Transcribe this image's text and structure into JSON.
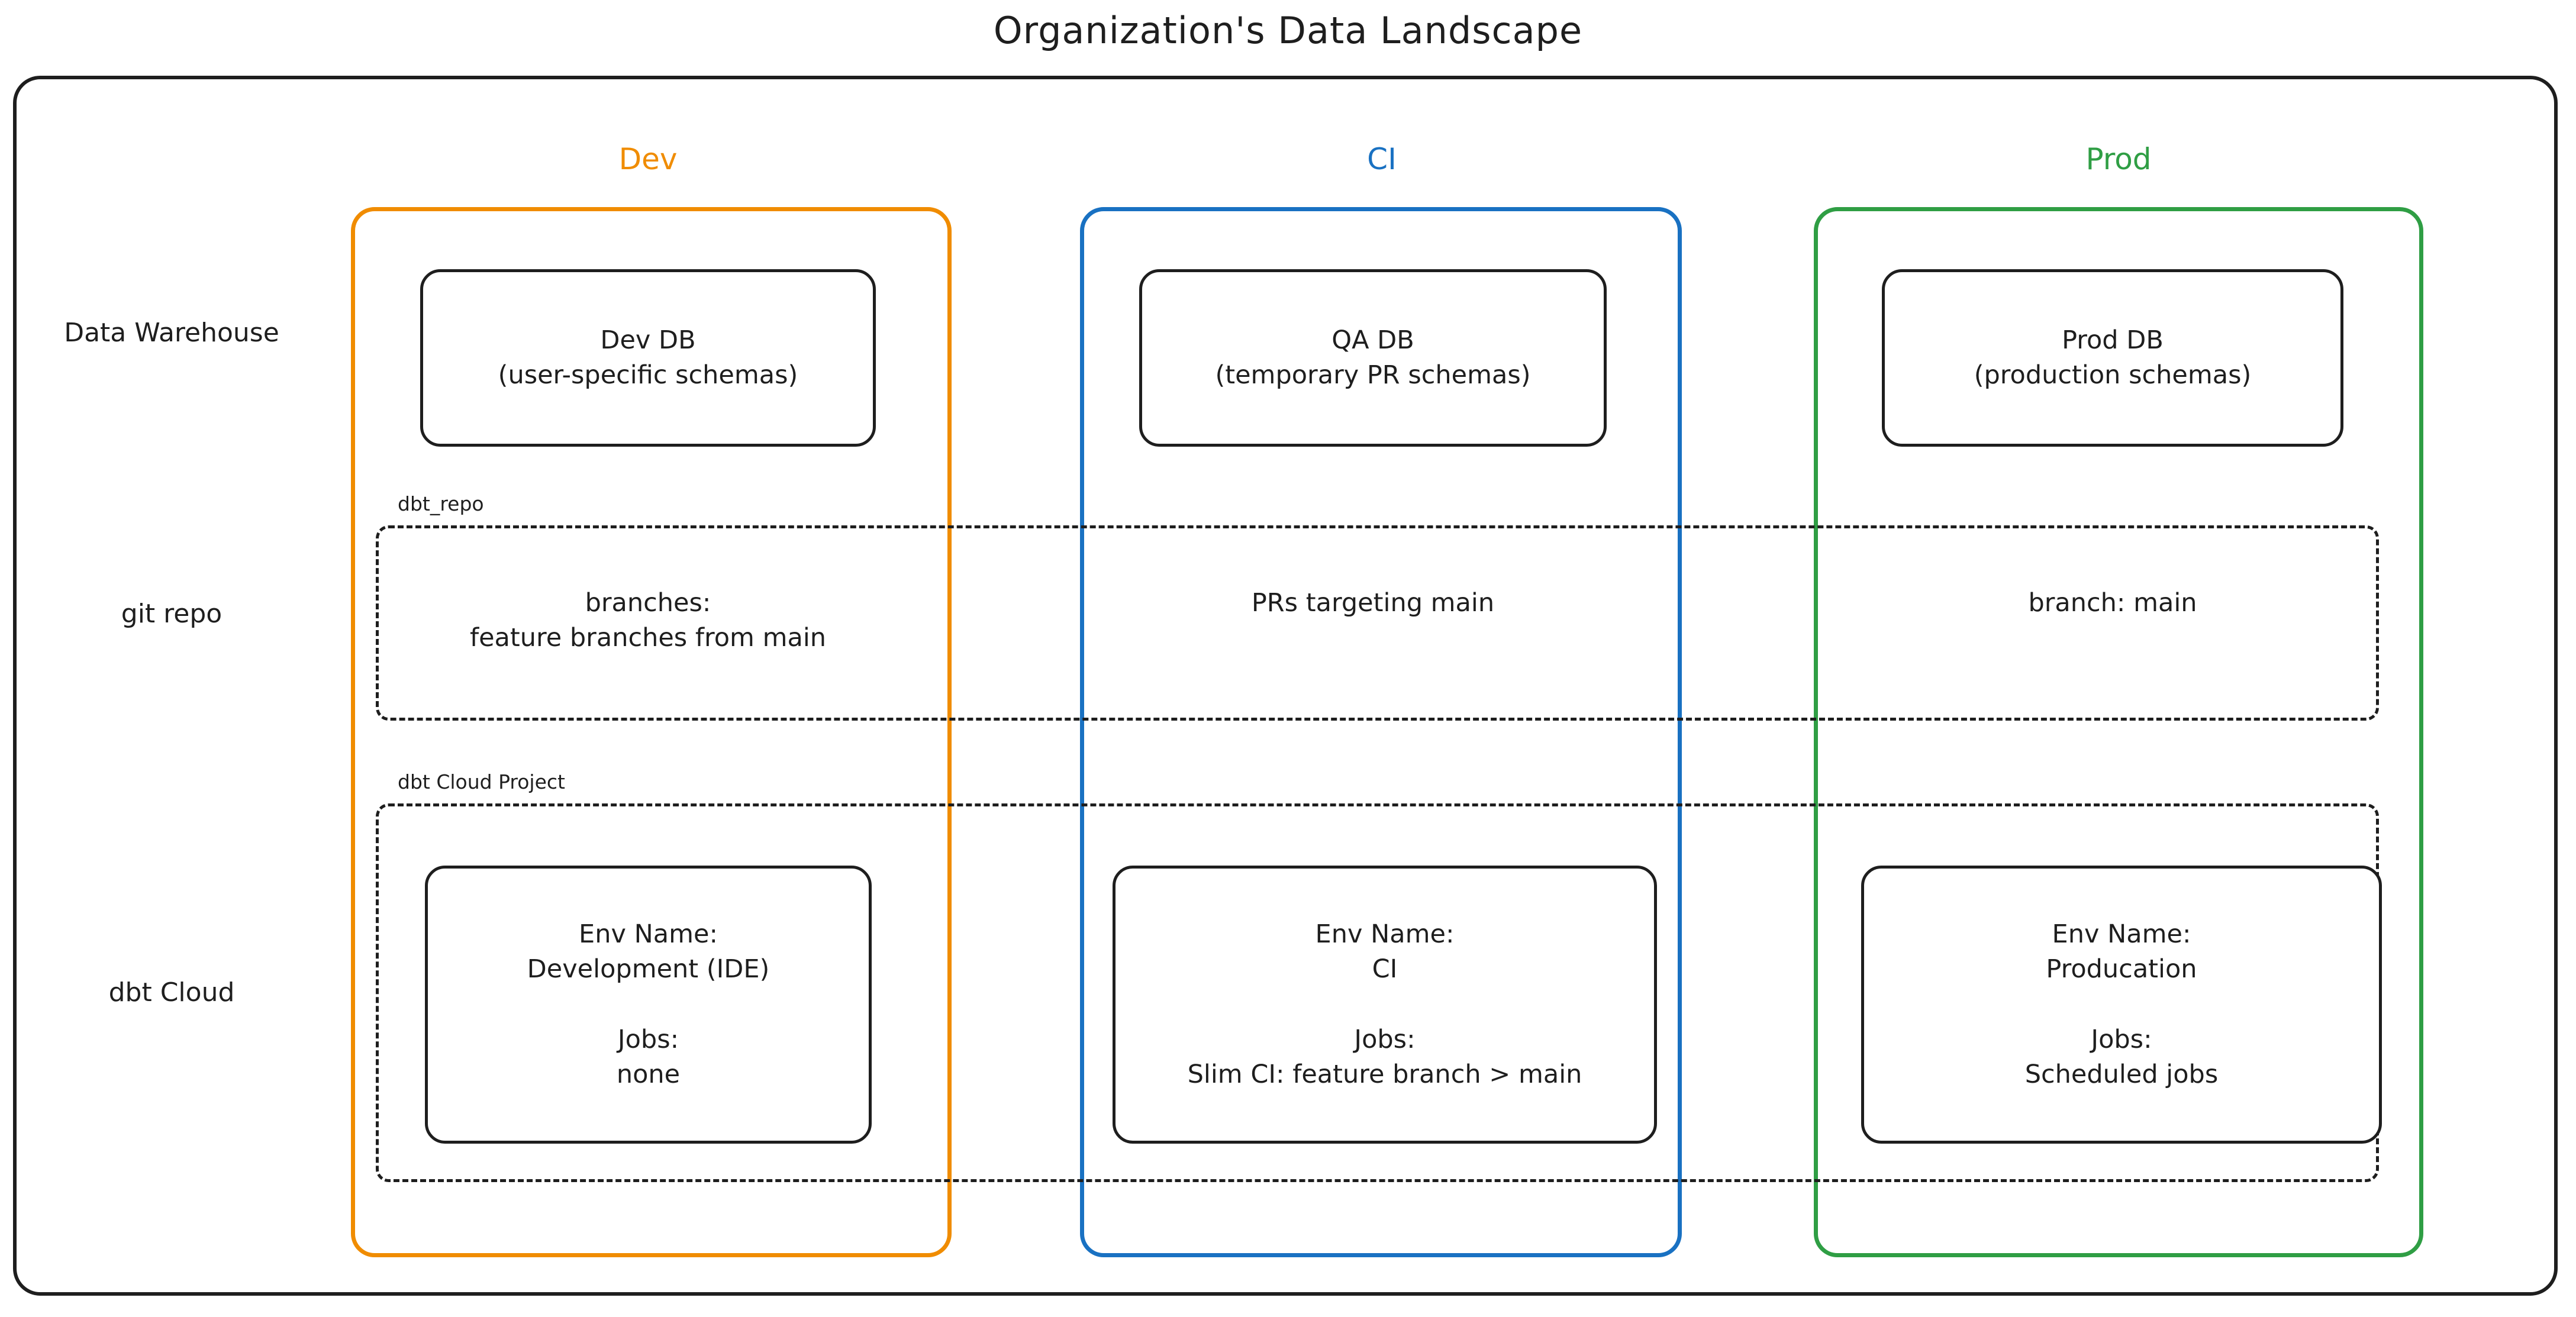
{
  "title": "Organization's Data Landscape",
  "columns": [
    {
      "key": "dev",
      "label": "Dev",
      "color": "#f08c00"
    },
    {
      "key": "ci",
      "label": "CI",
      "color": "#1971c2"
    },
    {
      "key": "prod",
      "label": "Prod",
      "color": "#2f9e44"
    }
  ],
  "rows": [
    {
      "key": "data_warehouse",
      "label": "Data\nWarehouse"
    },
    {
      "key": "git_repo",
      "label": "git repo"
    },
    {
      "key": "dbt_cloud",
      "label": "dbt Cloud"
    }
  ],
  "data_warehouse": {
    "dev": "Dev DB\n(user-specific schemas)",
    "ci": "QA DB\n(temporary PR schemas)",
    "prod": "Prod DB\n(production schemas)"
  },
  "git_repo": {
    "container_label": "dbt_repo",
    "dev": "branches:\nfeature branches from main",
    "ci": "PRs targeting main",
    "prod": "branch: main"
  },
  "dbt_cloud": {
    "container_label": "dbt Cloud Project",
    "dev": "Env Name:\nDevelopment (IDE)\n\nJobs:\nnone",
    "ci": "Env Name:\nCI\n\nJobs:\nSlim CI: feature branch > main",
    "prod": "Env Name:\nProducation\n\nJobs:\nScheduled jobs"
  },
  "colors": {
    "stroke": "#1e1e1e",
    "background": "#ffffff",
    "dev": "#f08c00",
    "ci": "#1971c2",
    "prod": "#2f9e44"
  }
}
